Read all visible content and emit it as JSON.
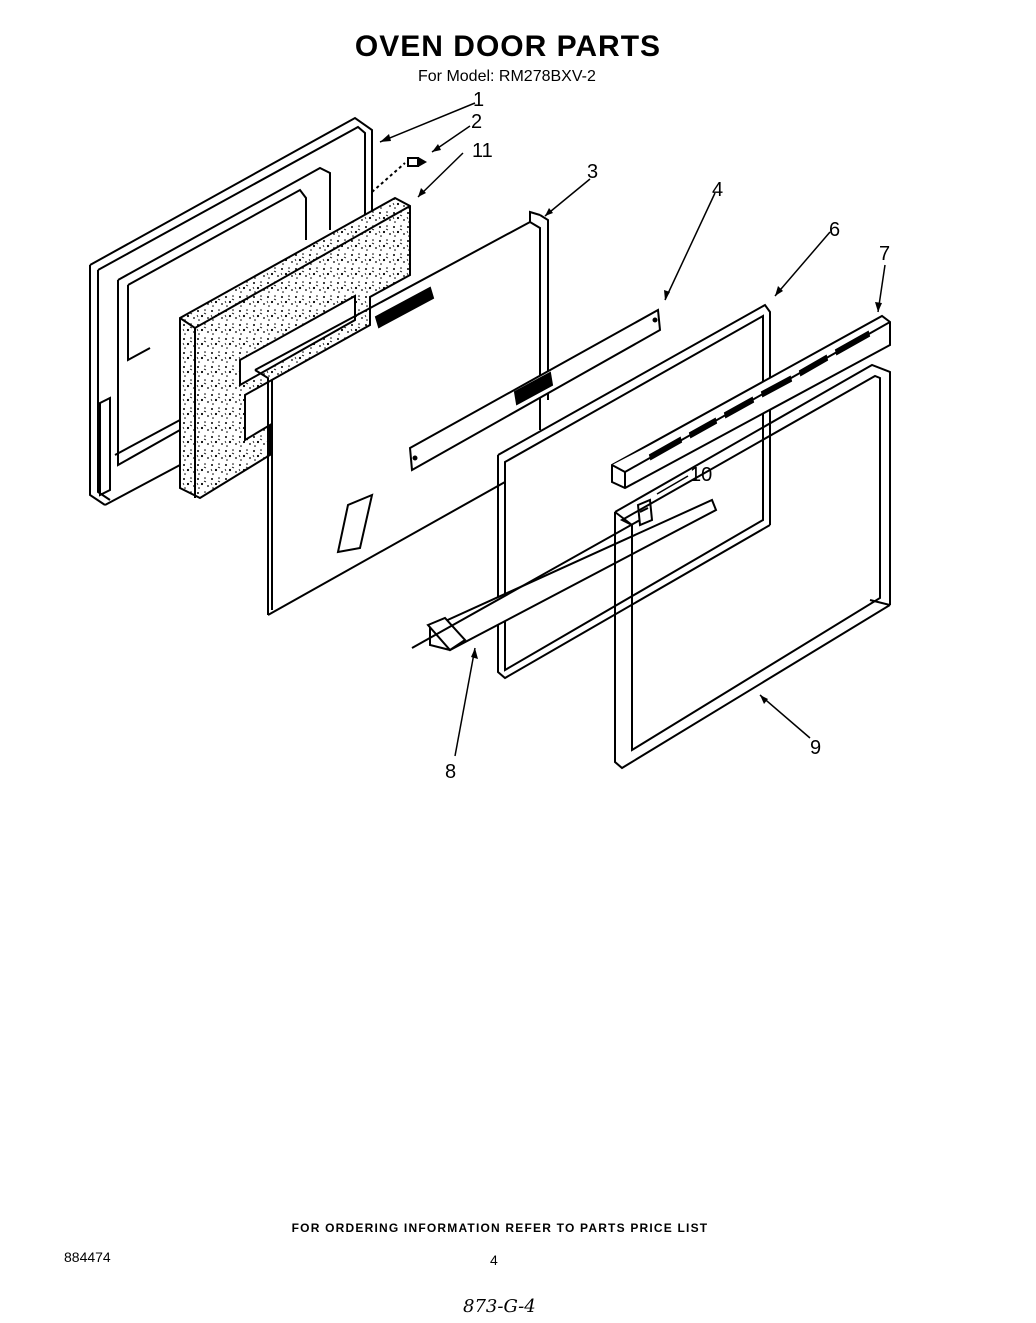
{
  "header": {
    "title": "OVEN DOOR PARTS",
    "subtitle": "For Model: RM278BXV-2"
  },
  "callouts": [
    "1",
    "2",
    "11",
    "3",
    "4",
    "6",
    "7",
    "10",
    "8",
    "9"
  ],
  "footer": {
    "ordering_note": "FOR ORDERING INFORMATION REFER TO PARTS PRICE LIST",
    "doc_number": "884474",
    "page_number": "4",
    "handwritten_code": "873-G-4"
  }
}
